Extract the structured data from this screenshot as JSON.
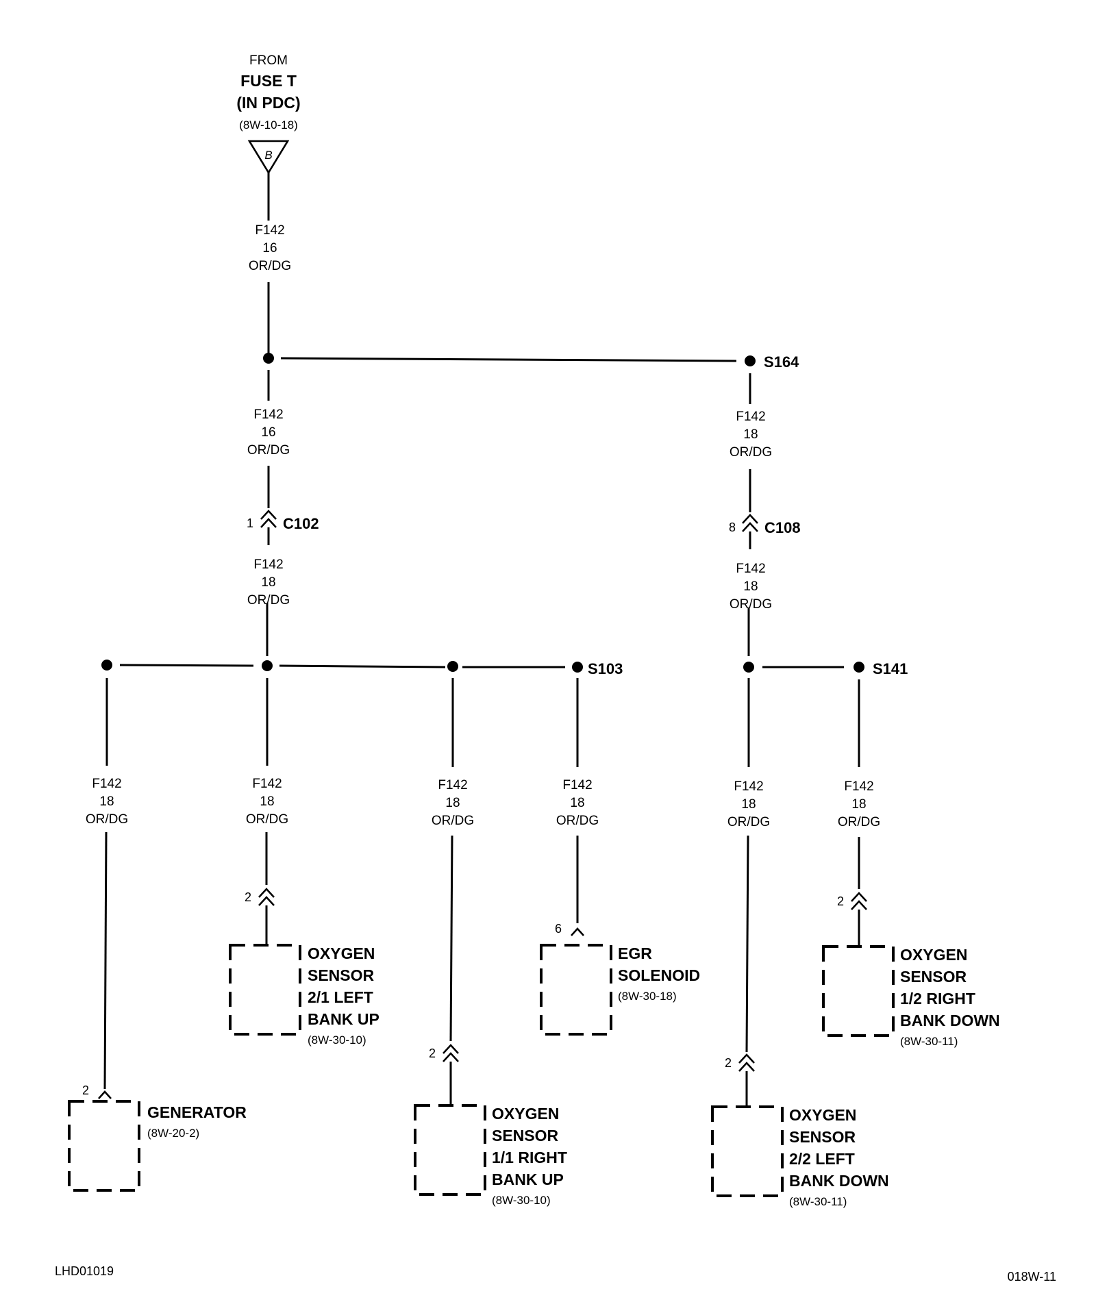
{
  "source": {
    "from": "FROM",
    "fuse": "FUSE T",
    "location": "(IN PDC)",
    "ref": "(8W-10-18)",
    "connector_letter": "B"
  },
  "wire_circuit": "F142",
  "wire_color": "OR/DG",
  "gauge_16": "16",
  "gauge_18": "18",
  "splices": {
    "s164": "S164",
    "s103": "S103",
    "s141": "S141"
  },
  "connectors": {
    "c102": {
      "name": "C102",
      "pin": "1"
    },
    "c108": {
      "name": "C108",
      "pin": "8"
    }
  },
  "components": {
    "generator": {
      "lines": [
        "GENERATOR"
      ],
      "ref": "(8W-20-2)",
      "pin": "2"
    },
    "o2_21": {
      "lines": [
        "OXYGEN",
        "SENSOR",
        "2/1 LEFT",
        "BANK UP"
      ],
      "ref": "(8W-30-10)",
      "pin": "2"
    },
    "o2_11": {
      "lines": [
        "OXYGEN",
        "SENSOR",
        "1/1 RIGHT",
        "BANK UP"
      ],
      "ref": "(8W-30-10)",
      "pin": "2"
    },
    "egr": {
      "lines": [
        "EGR",
        "SOLENOID"
      ],
      "ref": "(8W-30-18)",
      "pin": "6"
    },
    "o2_22": {
      "lines": [
        "OXYGEN",
        "SENSOR",
        "2/2 LEFT",
        "BANK DOWN"
      ],
      "ref": "(8W-30-11)",
      "pin": "2"
    },
    "o2_12": {
      "lines": [
        "OXYGEN",
        "SENSOR",
        "1/2 RIGHT",
        "BANK DOWN"
      ],
      "ref": "(8W-30-11)",
      "pin": "2"
    }
  },
  "footer": {
    "left": "LHD01019",
    "right": "018W-11"
  }
}
